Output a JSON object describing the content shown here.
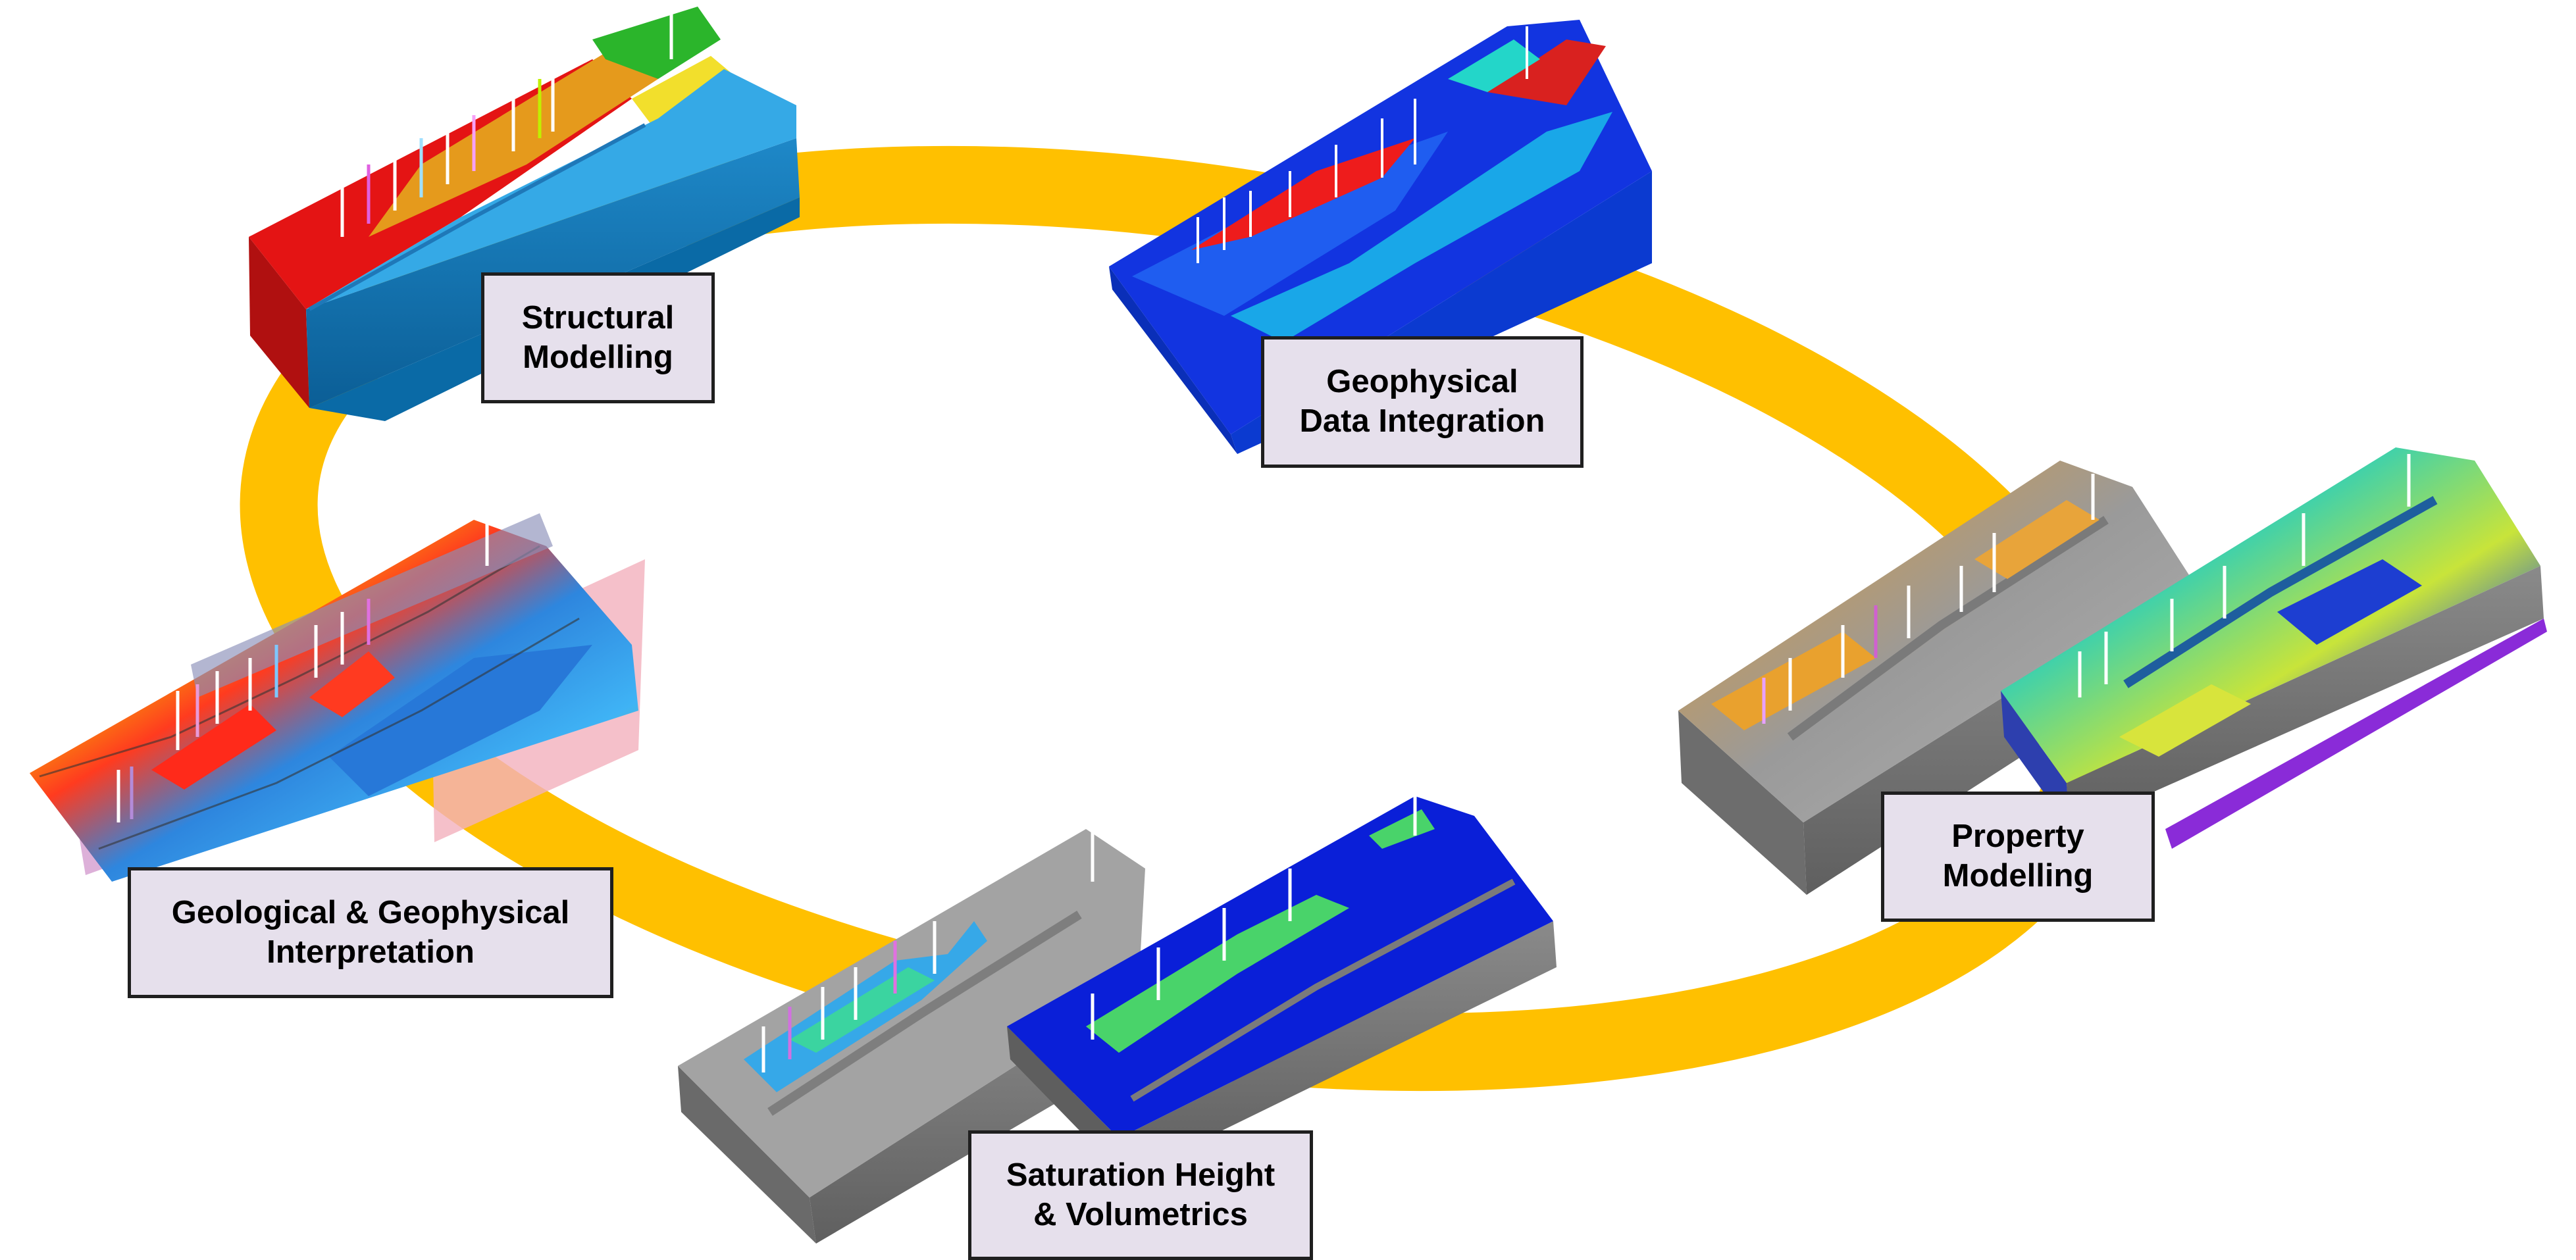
{
  "colors": {
    "cycle_ring": "#ffc000",
    "label_fill": "#e6e0ec",
    "label_border": "#1f1f1f"
  },
  "stages": [
    {
      "id": "structural",
      "line1": "Structural",
      "line2": "Modelling"
    },
    {
      "id": "geophysical",
      "line1": "Geophysical",
      "line2": "Data Integration"
    },
    {
      "id": "property",
      "line1": "Property",
      "line2": "Modelling"
    },
    {
      "id": "saturation",
      "line1": "Saturation Height",
      "line2": "& Volumetrics"
    },
    {
      "id": "geological",
      "line1": "Geological & Geophysical",
      "line2": "Interpretation"
    }
  ]
}
